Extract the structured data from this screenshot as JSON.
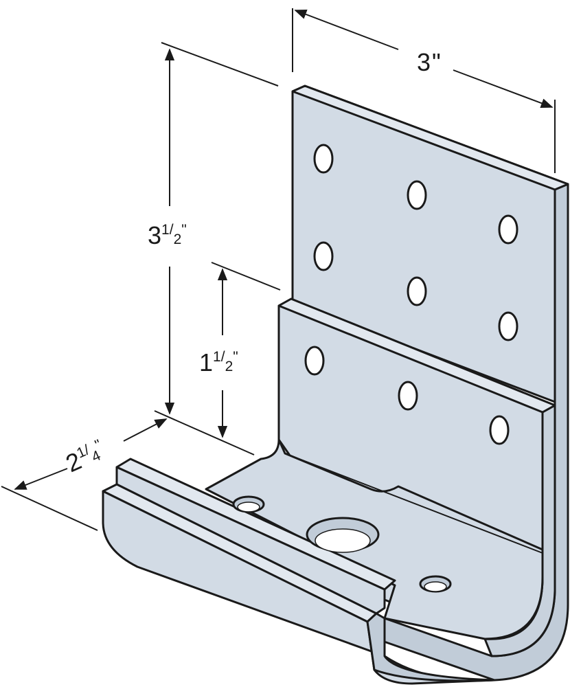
{
  "colors": {
    "metal_face": "#d2dbe5",
    "metal_edge": "#c1ccd8",
    "metal_light": "#e2e8ef",
    "line": "#1a1a1a",
    "background": "#ffffff"
  },
  "dimensions": {
    "width": {
      "whole": "3",
      "unit": "\""
    },
    "height_total": {
      "whole": "3",
      "num": "1",
      "den": "2",
      "unit": "\""
    },
    "height_lower": {
      "whole": "1",
      "num": "1",
      "den": "2",
      "unit": "\""
    },
    "depth": {
      "whole": "2",
      "num": "1",
      "den": "4",
      "unit": "\""
    }
  }
}
